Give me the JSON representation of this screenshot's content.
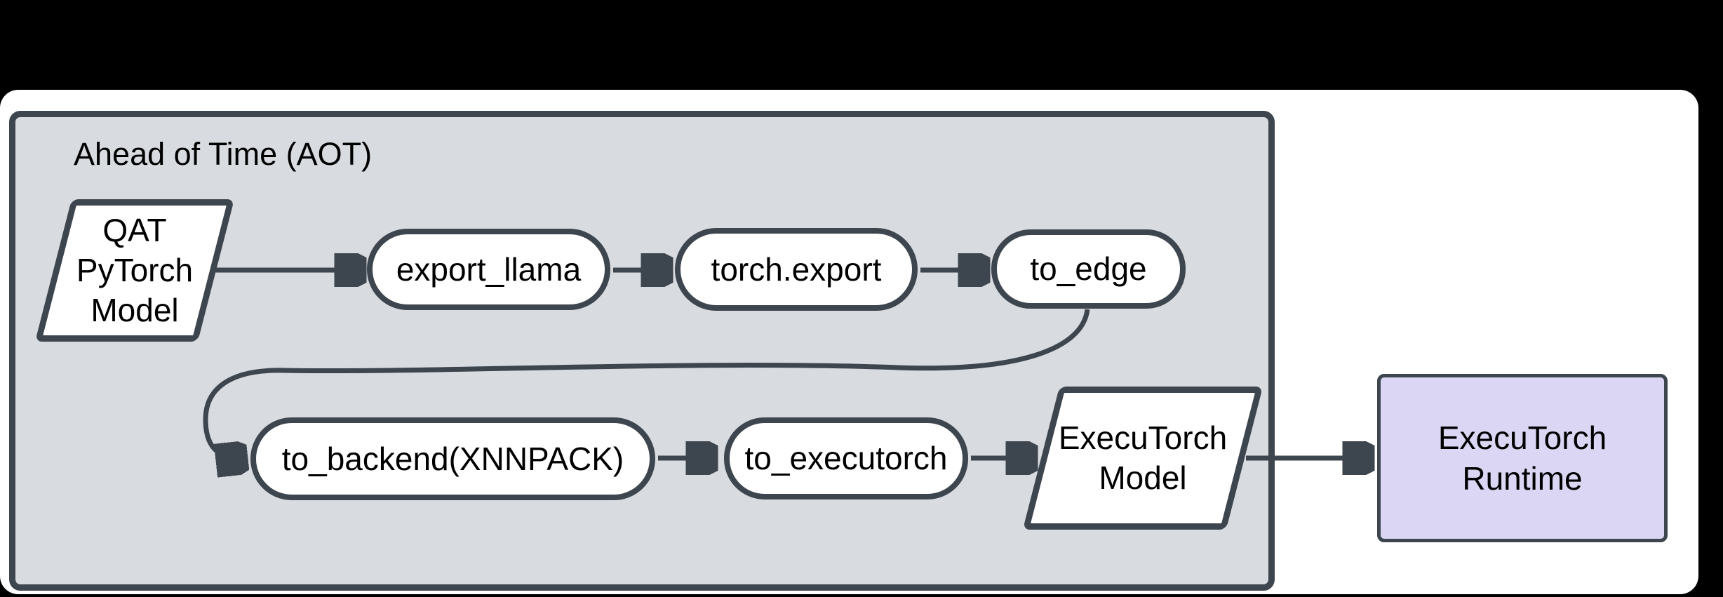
{
  "group": {
    "label": "Ahead of Time (AOT)"
  },
  "nodes": {
    "qat": {
      "label": "QAT\nPyTorch\nModel",
      "shape": "parallelogram"
    },
    "export_llama": {
      "label": "export_llama",
      "shape": "rounded-pill"
    },
    "torch_export": {
      "label": "torch.export",
      "shape": "rounded-pill"
    },
    "to_edge": {
      "label": "to_edge",
      "shape": "rounded-pill"
    },
    "to_backend": {
      "label": "to_backend(XNNPACK)",
      "shape": "rounded-pill"
    },
    "to_executorch": {
      "label": "to_executorch",
      "shape": "rounded-pill"
    },
    "executorch_model": {
      "label": "ExecuTorch\nModel",
      "shape": "parallelogram"
    },
    "executorch_runtime": {
      "label": "ExecuTorch\nRuntime",
      "shape": "rectangle"
    }
  },
  "edges": [
    {
      "from": "qat",
      "to": "export_llama"
    },
    {
      "from": "export_llama",
      "to": "torch_export"
    },
    {
      "from": "torch_export",
      "to": "to_edge"
    },
    {
      "from": "to_edge",
      "to": "to_backend",
      "style": "s-curve"
    },
    {
      "from": "to_backend",
      "to": "to_executorch"
    },
    {
      "from": "to_executorch",
      "to": "executorch_model"
    },
    {
      "from": "executorch_model",
      "to": "executorch_runtime"
    }
  ],
  "colors": {
    "canvas_background": "#000000",
    "page_background": "#ffffff",
    "group_fill": "#d8dbe0",
    "stroke": "#3d454e",
    "node_fill": "#ffffff",
    "runtime_fill": "#dad6f3",
    "text": "#000000"
  }
}
